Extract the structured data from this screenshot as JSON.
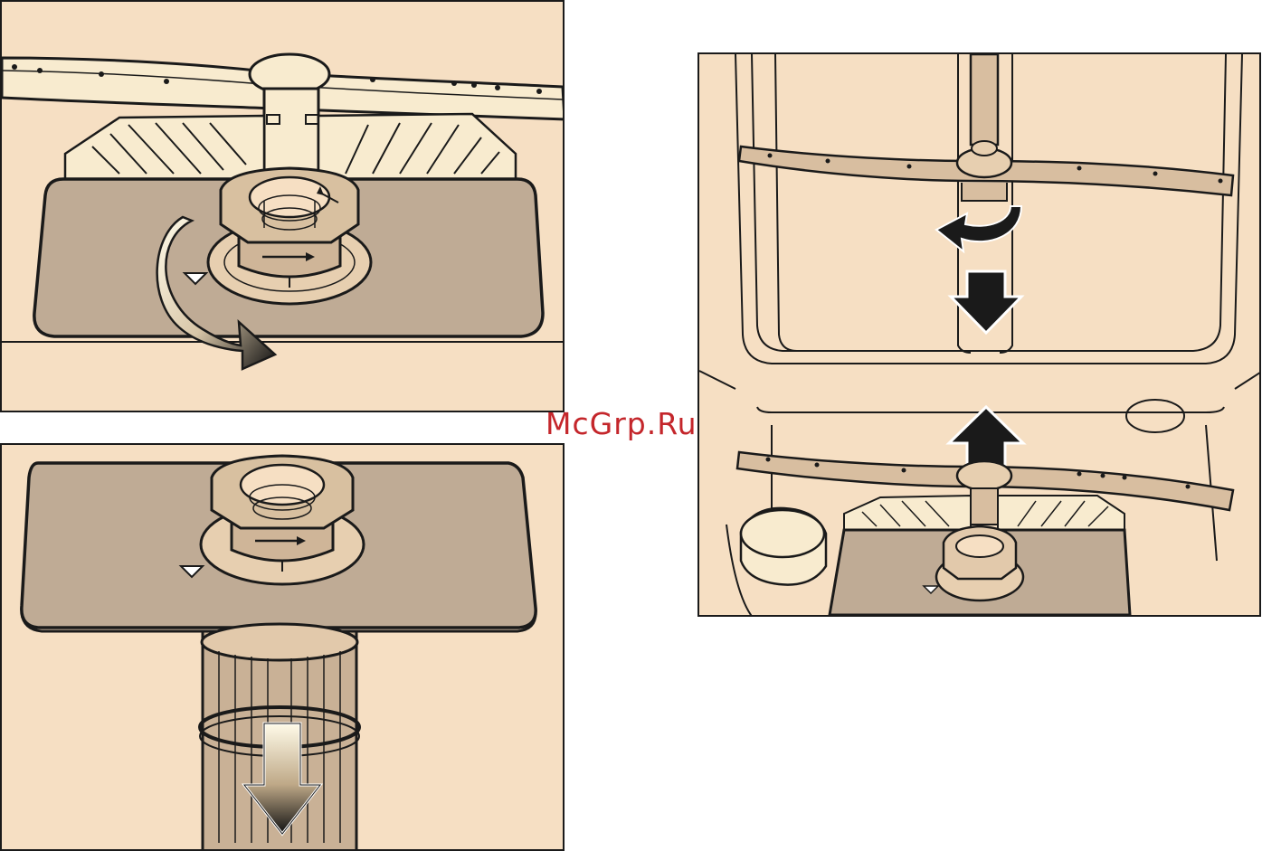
{
  "watermark": {
    "text": "McGrp.Ru",
    "color": "#c4262b"
  },
  "colors": {
    "panel_background": "#f6dfc3",
    "plate": "#bfab95",
    "spray_arm": "#f8ebcf",
    "spray_arm_lower": "#d8bea0",
    "outline": "#1a1a1a"
  },
  "panels": [
    {
      "id": "top-left",
      "depicts": "filter-turned-anticlockwise"
    },
    {
      "id": "bottom-left",
      "depicts": "filter-pulled-down"
    },
    {
      "id": "right",
      "depicts": "spray-arms-removed"
    }
  ]
}
